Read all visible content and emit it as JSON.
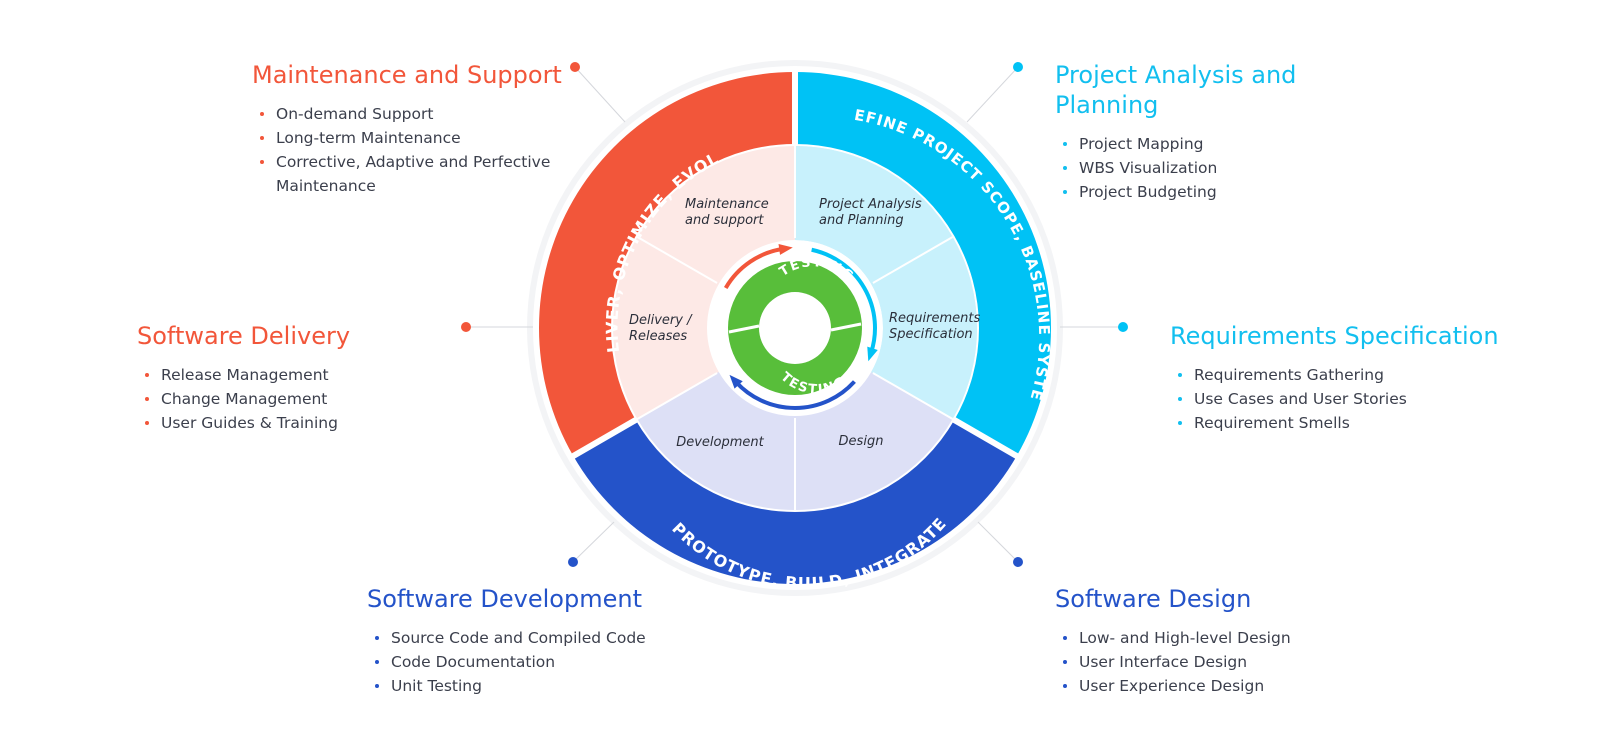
{
  "colors": {
    "orange": "#f2563a",
    "cyan": "#00c2f5",
    "blue": "#2453c9",
    "green": "#58be3a",
    "orange_light": "#fde9e6",
    "cyan_light": "#c8f1fc",
    "blue_light": "#dde0f6"
  },
  "ring": {
    "orange_label": "DELIVER, OPTIMIZE, EVOLVE",
    "cyan_label": "DEFINE PROJECT SCOPE, BASELINE SYSTEM",
    "blue_label": "PROTOTYPE, BUILD, INTEGRATE"
  },
  "inner": {
    "maintenance": [
      "Maintenance",
      "and support"
    ],
    "planning": [
      "Project Analysis",
      "and Planning"
    ],
    "requirements": [
      "Requirements",
      "Specification"
    ],
    "design": "Design",
    "development": "Development",
    "delivery": [
      "Delivery /",
      "Releases"
    ]
  },
  "center": {
    "top_label": "TESTING",
    "bottom_label": "TESTING"
  },
  "blocks": {
    "maintenance": {
      "title": "Maintenance and Support",
      "items": [
        "On-demand Support",
        "Long-term Maintenance",
        "Corrective, Adaptive and Perfective Maintenance"
      ]
    },
    "planning": {
      "title": "Project Analysis and Planning",
      "items": [
        "Project Mapping",
        "WBS Visualization",
        "Project Budgeting"
      ]
    },
    "delivery": {
      "title": "Software Delivery",
      "items": [
        "Release Management",
        "Change Management",
        "User Guides & Training"
      ]
    },
    "requirements": {
      "title": "Requirements Specification",
      "items": [
        "Requirements Gathering",
        "Use Cases and User Stories",
        "Requirement Smells"
      ]
    },
    "development": {
      "title": "Software Development",
      "items": [
        "Source Code and Compiled Code",
        "Code Documentation",
        "Unit Testing"
      ]
    },
    "design": {
      "title": "Software Design",
      "items": [
        "Low- and High-level Design",
        "User Interface Design",
        "User Experience Design"
      ]
    }
  }
}
